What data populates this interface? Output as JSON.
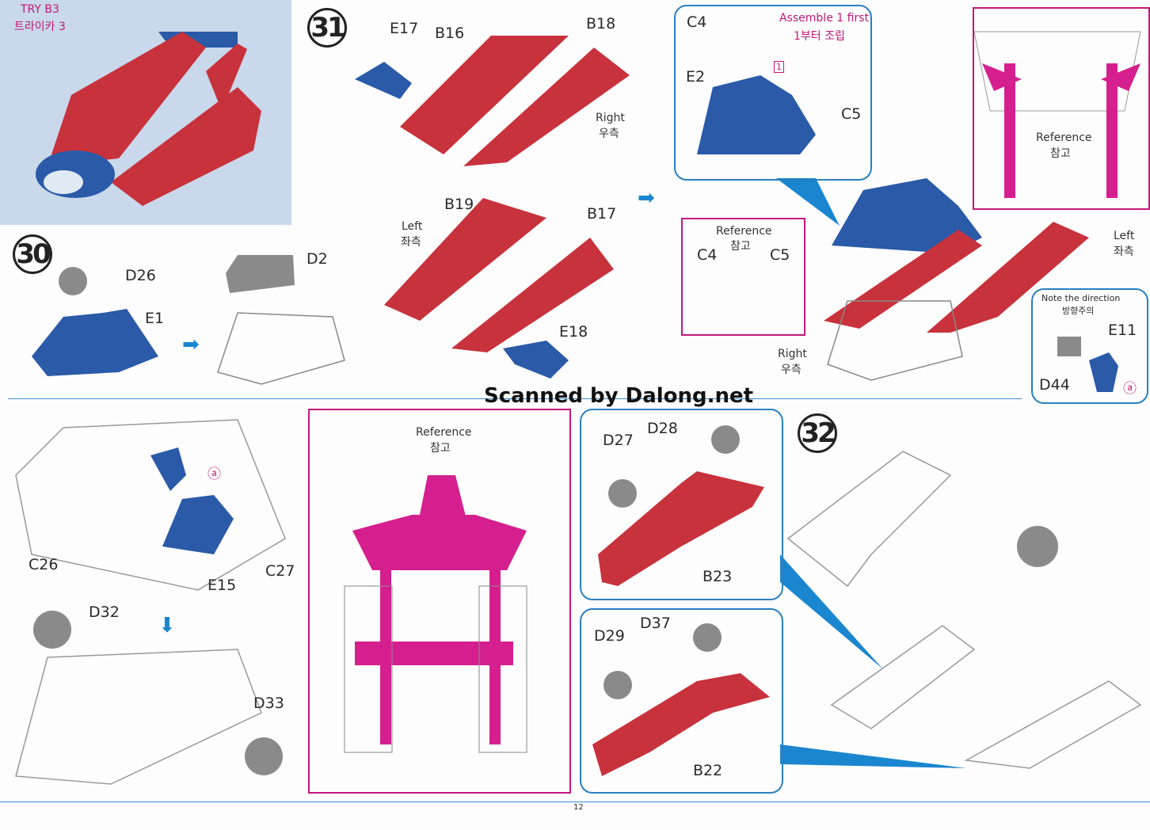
{
  "corner": {
    "title": "TRY B3",
    "subtitle": "트라이카 3"
  },
  "steps": {
    "s30": "30",
    "s31": "31",
    "s32": "32"
  },
  "watermark": "Scanned by Dalong.net",
  "page_number": "12",
  "labels": {
    "d26": "D26",
    "e1": "E1",
    "d2": "D2",
    "e17": "E17",
    "b16": "B16",
    "b18": "B18",
    "right_en": "Right",
    "right_ko": "우측",
    "b19": "B19",
    "b17": "B17",
    "left_en": "Left",
    "left_ko": "좌측",
    "e18": "E18",
    "c4": "C4",
    "e2": "E2",
    "c5": "C5",
    "assemble_en": "Assemble 1 first",
    "assemble_ko": "1부터 조립",
    "mark1": "1",
    "ref_en": "Reference",
    "ref_ko": "참고",
    "c4b": "C4",
    "c5b": "C5",
    "left2_en": "Left",
    "left2_ko": "좌측",
    "right2_en": "Right",
    "right2_ko": "우측",
    "note_en": "Note the direction",
    "note_ko": "방향주의",
    "e11": "E11",
    "d44": "D44",
    "mark_a": "ⓐ",
    "c26": "C26",
    "e15": "E15",
    "c27": "C27",
    "d32": "D32",
    "d33": "D33",
    "d27": "D27",
    "d28": "D28",
    "b23": "B23",
    "d29": "D29",
    "d37": "D37",
    "b22": "B22"
  },
  "colors": {
    "red": "#c8323c",
    "blue": "#2a5aa8",
    "magenta": "#d61f8f",
    "accent": "#2a7fbf"
  }
}
